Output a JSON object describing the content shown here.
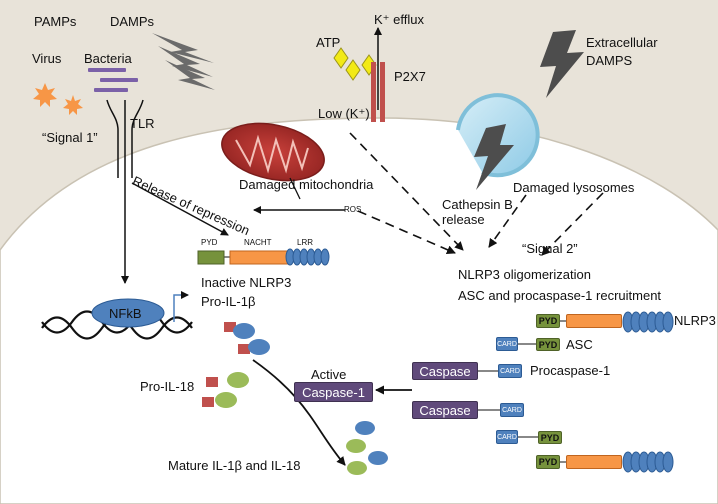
{
  "inputs": {
    "pamps": "PAMPs",
    "damps": "DAMPs",
    "virus": "Virus",
    "bacteria": "Bacteria",
    "signal1": "“Signal 1”",
    "tlr": "TLR",
    "atp": "ATP",
    "k_efflux": "K⁺ efflux",
    "p2x7": "P2X7",
    "low_k": "Low (K⁺)",
    "extracellular_damps": [
      "Extracellular",
      "DAMPS"
    ]
  },
  "cell": {
    "release_of_repression": "Release of repression",
    "damaged_mitochondria": "Damaged mitochondria",
    "ros": "ROS",
    "cathepsin_release": [
      "Cathepsin B",
      "release"
    ],
    "damaged_lysosomes": "Damaged lysosomes",
    "signal2": "“Signal 2”",
    "nlrp3_oligomerization": "NLRP3 oligomerization",
    "asc_recruitment": "ASC and procaspase-1 recruitment",
    "inactive_nlrp3": "Inactive NLRP3",
    "pro_il1b": "Pro-IL-1β",
    "nfkb": "NFkB",
    "pro_il18": "Pro-IL-18",
    "active": "Active",
    "caspase1": "Caspase-1",
    "mature": "Mature IL-1β and IL-18"
  },
  "domains": {
    "pyd": "PYD",
    "nacht": "NACHT",
    "lrr": "LRR",
    "card": "CARD",
    "caspase": "Caspase"
  },
  "complex": {
    "nlrp3": "NLRP3",
    "asc": "ASC",
    "procaspase1": "Procaspase-1"
  },
  "colors": {
    "background_outside": "#e8e3d9",
    "cytoplasm": "#ffffff",
    "mitochondria": "#a8302c",
    "atp": "#f2ea16",
    "danger_bolt": "#555555",
    "pyd": "#76923c",
    "nacht": "#f79646",
    "card_lrr": "#4f81bd",
    "caspase": "#604a7b",
    "p2x7": "#c0504d",
    "il_red": "#c0504d",
    "il_green": "#9bbb59",
    "il_blue": "#4f81bd",
    "virus": "#f79646"
  }
}
